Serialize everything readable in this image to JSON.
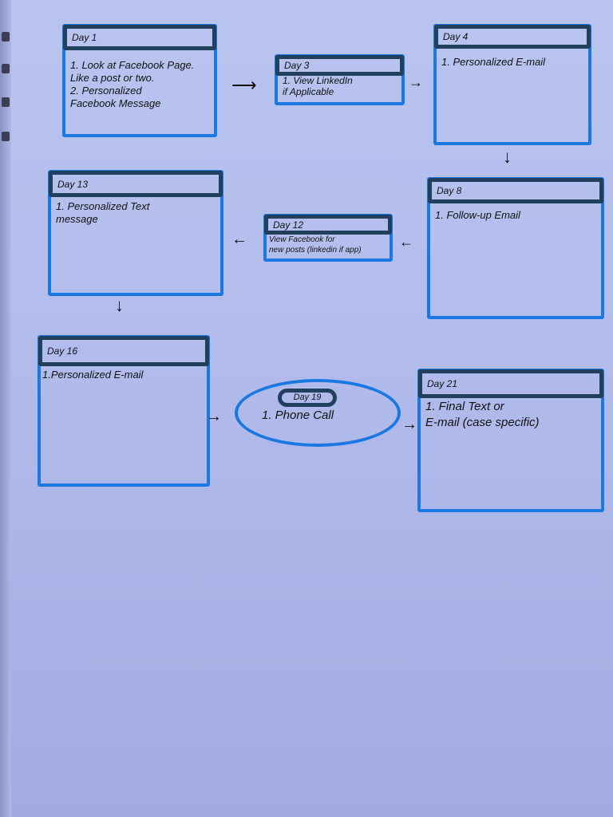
{
  "steps": [
    {
      "day": "Day 1",
      "text": "1. Look at Facebook Page.\n   Like a post or two.\n2. Personalized\nFacebook Message"
    },
    {
      "day": "Day 3",
      "text": "1. View LinkedIn\nif Applicable"
    },
    {
      "day": "Day 4",
      "text": "1. Personalized E-mail"
    },
    {
      "day": "Day 8",
      "text": "1. Follow-up Email"
    },
    {
      "day": "Day 12",
      "text": "View Facebook for\nnew posts (linkedin if app)"
    },
    {
      "day": "Day 13",
      "text": "1. Personalized Text\nmessage"
    },
    {
      "day": "Day 16",
      "text": "1.Personalized E-mail"
    },
    {
      "day": "Day 19",
      "text": "1. Phone Call"
    },
    {
      "day": "Day 21",
      "text": "1. Final Text or\nE-mail (case specific)"
    }
  ],
  "colors": {
    "box": "#1a78e0",
    "header": "#20405e"
  }
}
